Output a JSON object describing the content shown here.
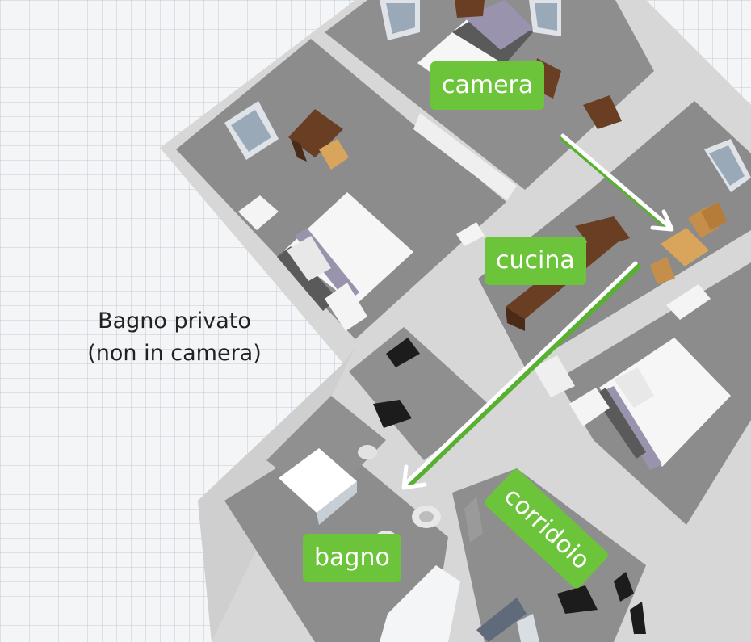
{
  "caption": {
    "line1": "Bagno privato",
    "line2": "(non in camera)"
  },
  "labels": {
    "camera": "camera",
    "cucina": "cucina",
    "corridoio": "corridoio",
    "bagno": "bagno"
  },
  "colors": {
    "label_bg": "#6cc43b",
    "label_text": "#ffffff",
    "arrow": "#ffffff",
    "arrow_shadow": "#58b030",
    "wall": "#d7d7d7",
    "floor": "#8d8d8d",
    "bed_linen": "#f6f6f6",
    "bed_stripe": "#9a93ad",
    "wood": "#6a3e23",
    "chair": "#d9a45c"
  }
}
